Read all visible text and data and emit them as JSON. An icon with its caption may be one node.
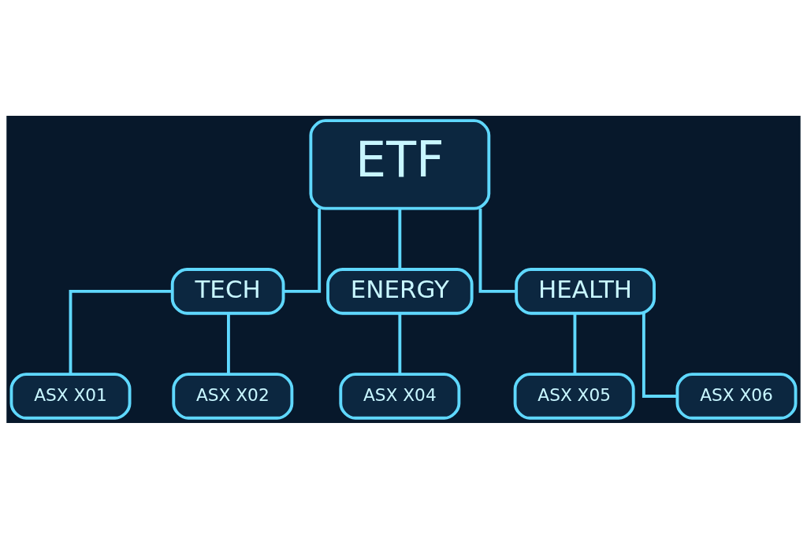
{
  "diagram": {
    "nodes": [
      {
        "text": [
          "ETF"
        ]
      },
      {
        "text": [
          "TECH"
        ]
      },
      {
        "text": [
          "ENERGY"
        ]
      },
      {
        "text": [
          "HEALTH"
        ]
      },
      {
        "text": [
          "ASX X01"
        ]
      },
      {
        "text": [
          "ASX X02"
        ]
      },
      {
        "text": [
          "ASX X04"
        ]
      },
      {
        "text": [
          "ASX X05"
        ]
      },
      {
        "text": [
          "ASX X06"
        ]
      }
    ],
    "edges": [
      {
        "from": 0,
        "to": 1,
        "arrow": "none"
      },
      {
        "from": 0,
        "to": 2,
        "arrow": "none"
      },
      {
        "from": 0,
        "to": 3,
        "arrow": "none"
      },
      {
        "from": 1,
        "to": 4,
        "arrow": "none"
      },
      {
        "from": 1,
        "to": 5,
        "arrow": "none"
      },
      {
        "from": 2,
        "to": 6,
        "arrow": "none"
      },
      {
        "from": 3,
        "to": 7,
        "arrow": "none"
      },
      {
        "from": 3,
        "to": 8,
        "arrow": "none"
      }
    ]
  }
}
